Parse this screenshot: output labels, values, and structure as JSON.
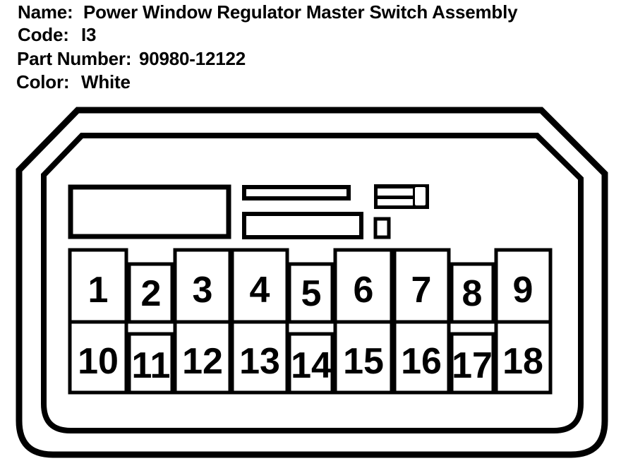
{
  "header": {
    "name_label": "Name:",
    "name_value": "Power Window Regulator Master Switch Assembly",
    "code_label": "Code:",
    "code_value": "I3",
    "part_number_label": "Part Number:",
    "part_number_value": "90980-12122",
    "color_label": "Color:",
    "color_value": "White"
  },
  "colors": {
    "line": "#000000",
    "background": "#ffffff"
  },
  "connector": {
    "pins": [
      {
        "number": "1"
      },
      {
        "number": "2"
      },
      {
        "number": "3"
      },
      {
        "number": "4"
      },
      {
        "number": "5"
      },
      {
        "number": "6"
      },
      {
        "number": "7"
      },
      {
        "number": "8"
      },
      {
        "number": "9"
      },
      {
        "number": "10"
      },
      {
        "number": "11"
      },
      {
        "number": "12"
      },
      {
        "number": "13"
      },
      {
        "number": "14"
      },
      {
        "number": "15"
      },
      {
        "number": "16"
      },
      {
        "number": "17"
      },
      {
        "number": "18"
      }
    ]
  }
}
